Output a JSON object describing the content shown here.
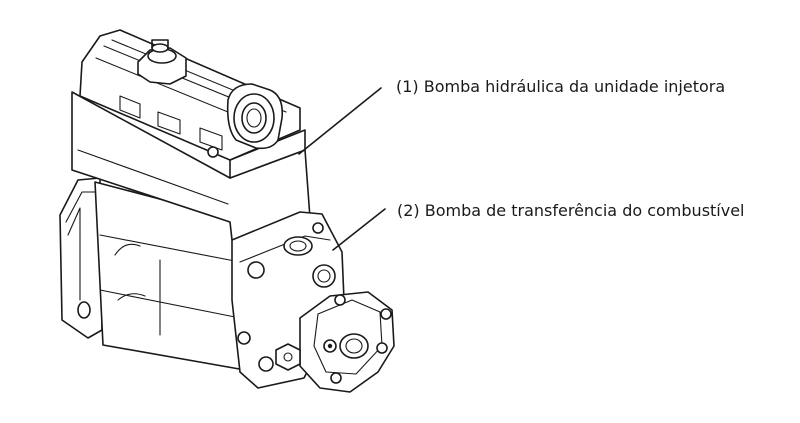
{
  "diagram": {
    "callouts": [
      {
        "id": "1",
        "label": "(1) Bomba hidráulica da unidade injetora"
      },
      {
        "id": "2",
        "label": "(2) Bomba de transferência do combustível"
      }
    ]
  }
}
